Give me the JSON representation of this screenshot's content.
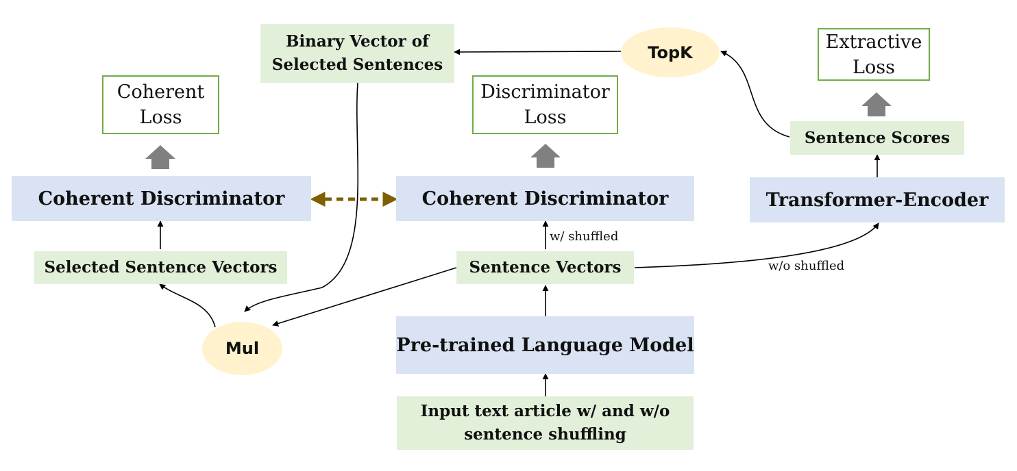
{
  "nodes": {
    "coherent_loss": [
      "Coherent",
      "Loss"
    ],
    "discriminator_loss": [
      "Discriminator",
      "Loss"
    ],
    "extractive_loss": [
      "Extractive",
      "Loss"
    ],
    "binary_vector": [
      "Binary Vector of",
      "Selected Sentences"
    ],
    "topk": "TopK",
    "mul": "Mul",
    "coherent_discriminator_left": "Coherent Discriminator",
    "coherent_discriminator_right": "Coherent Discriminator",
    "transformer_encoder": "Transformer-Encoder",
    "sentence_scores": "Sentence Scores",
    "selected_sentence_vectors": "Selected Sentence Vectors",
    "sentence_vectors": "Sentence Vectors",
    "pretrained_lm": "Pre-trained Language Model",
    "input_text": [
      "Input text article w/ and w/o",
      "sentence shuffling"
    ]
  },
  "edge_labels": {
    "with_shuffled": "w/ shuffled",
    "without_shuffled": "w/o shuffled"
  },
  "colors": {
    "blue_fill": "#dae3f3",
    "green_fill": "#e2efd9",
    "loss_border": "#70ad47",
    "oval_fill": "#fff2cc",
    "gray_arrow": "#808080",
    "shared_arrow": "#7f6000"
  }
}
